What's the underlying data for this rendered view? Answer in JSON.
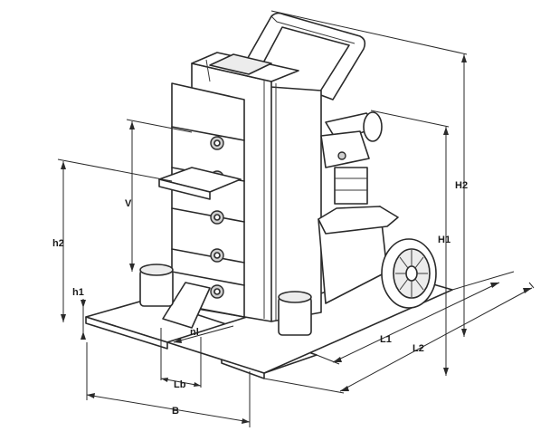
{
  "labels": {
    "H2": "H2",
    "H1": "H1",
    "h2": "h2",
    "h1": "h1",
    "V": "V",
    "nl": "nl",
    "Lb": "Lb",
    "B": "B",
    "L1": "L1",
    "L2": "L2"
  }
}
